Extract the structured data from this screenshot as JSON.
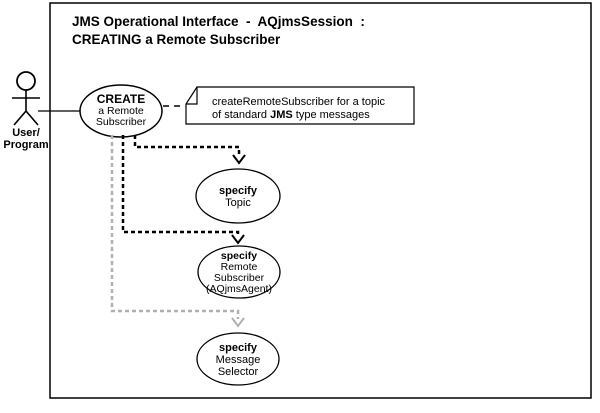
{
  "title": {
    "line1": "JMS Operational Interface  -  AQjmsSession  :",
    "line2": "CREATING a Remote Subscriber"
  },
  "actor": {
    "label_line1": "User/",
    "label_line2": "Program"
  },
  "use_cases": {
    "create": {
      "line1": "CREATE",
      "line2": "a Remote",
      "line3": "Subscriber"
    },
    "specify_topic": {
      "line1": "specify",
      "line2": "Topic"
    },
    "specify_remote_subscriber": {
      "line1": "specify",
      "line2": "Remote",
      "line3": "Subscriber",
      "line4": "(AQjmsAgent)"
    },
    "specify_message_selector": {
      "line1": "specify",
      "line2": "Message",
      "line3": "Selector"
    }
  },
  "note": {
    "line1": "createRemoteSubscriber for a topic",
    "line2_parts": [
      "of standard ",
      "JMS",
      " type messages"
    ]
  },
  "colors": {
    "line": "#000000",
    "muted_line": "#b0b0b0",
    "background": "#ffffff"
  }
}
